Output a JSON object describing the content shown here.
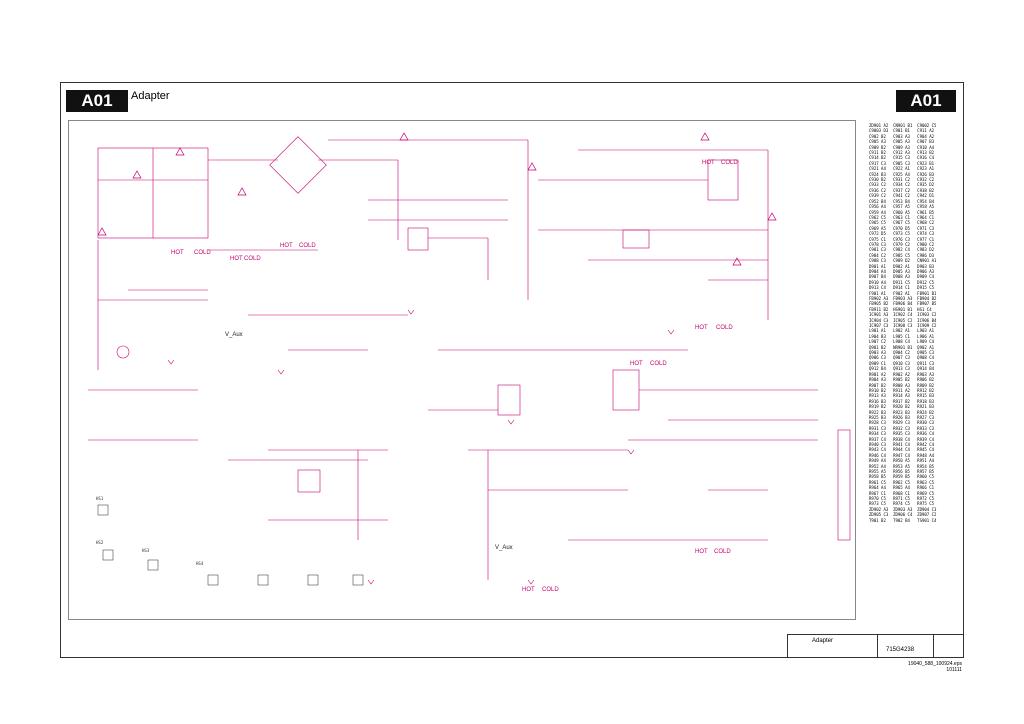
{
  "sheet": {
    "tag": "A01",
    "title": "Adapter",
    "code": "715G4238",
    "file_name": "19040_588_100924.eps",
    "file_date": "101111"
  },
  "marks": {
    "hot": "HOT",
    "cold": "COLD",
    "v_aux": "V_Aux"
  },
  "heatsink_labels": [
    "HS1",
    "HS2",
    "HS3",
    "HS4"
  ],
  "reference_list": [
    "ZD901 A2  CN901 B1  C9002 C5",
    "C9003 D3  C901 B1   C911 A2",
    "C902 B2   C903 A3   C904 A2",
    "C905 A3   C905 A3   C907 B3",
    "C909 B2   C909 A3   C910 A4",
    "C911 B2   C912 A3   C913 B2",
    "C914 B2   C915 C3   C916 C4",
    "C917 C3   C905 C3   C923 B1",
    "C921 A4   C922 A1   C923 A1",
    "C924 B3   C925 A4   C926 B3",
    "C930 B2   C931 C2   C932 C2",
    "C933 C2   C934 C2   C935 D2",
    "C936 C2   C937 C2   C938 B2",
    "C939 C2   C941 C2   C942 D1",
    "C952 B4   C953 B4   C954 B4",
    "C956 A4   C957 A5   C958 A5",
    "C959 A4   C960 A5   C961 B5",
    "C962 C5   C963 C1   C964 C1",
    "C965 C5   C967 C5   C968 C2",
    "C969 A5   C970 D5   C971 C3",
    "C972 D5   C973 C5   C974 C3",
    "C975 C1   C976 C3   C977 C1",
    "C978 C3   C979 C2   C980 C2",
    "C981 C3   C982 C4   C983 D2",
    "C984 C2   C985 C5   C986 D3",
    "C988 C3   C989 D2   CN901 A1",
    "D901 A1   D902 A1   D903 B3",
    "D904 A4   D905 A3   D906 A3",
    "D907 B4   D908 A3   D909 C4",
    "D910 A4   D911 C5   D912 C5",
    "D913 C4   D914 C1   D915 C5",
    "F901 A1   F902 A1   FB901 B1",
    "FB902 A3  FB903 A3  FB904 B2",
    "FB905 B2  FB906 B4  FB907 B5",
    "FB911 B2  HS901 B1  HS1 C4",
    "IC901 A3  IC902 C4  IC903 C2",
    "IC904 C3  IC905 C2  IC906 B4",
    "IC907 C3  IC908 C3  IC909 C2",
    "L901 A1   L902 A1   L903 A1",
    "L904 B3   L905 C1   L906 A1",
    "L907 C2   L908 C4   L909 C4",
    "Q901 B2   NR901 B1  Q902 A1",
    "Q903 A3   Q904 C2   Q905 C3",
    "Q906 C3   Q907 C3   Q908 C4",
    "Q909 C1   Q910 C3   Q911 C3",
    "Q912 B4   Q913 C3   Q914 B4",
    "R901 A2   R902 A2   R903 A3",
    "R904 A3   R905 B2   R906 B2",
    "R907 B2   R908 A3   R909 B2",
    "R910 B2   R911 A2   R912 B2",
    "R913 A3   R914 A3   R915 B3",
    "R916 B3   R917 B2   R918 B3",
    "R919 B2   R920 B2   R921 B3",
    "R922 B3   R923 B3   R924 B2",
    "R925 B3   R926 B3   R927 C3",
    "R928 C3   R929 C3   R930 C3",
    "R931 C3   R932 C3   R933 C3",
    "R934 C3   R935 C3   R936 C4",
    "R937 C4   R938 C4   R939 C4",
    "R940 C3   R941 C4   R942 C4",
    "R943 C4   R944 C4   R945 C4",
    "R946 C4   R947 C4   R948 A4",
    "R949 A4   R950 A5   R951 A4",
    "R952 A4   R953 A5   R954 B5",
    "R955 A5   R956 B5   R957 B5",
    "R958 B5   R959 B5   R960 C5",
    "R961 C5   R962 C5   R963 C5",
    "R964 A4   R965 A4   R966 C1",
    "R967 C1   R968 C1   R969 C5",
    "R970 C5   R971 C5   R972 C5",
    "R973 C5   R974 C5   R975 C5",
    "ZD902 A3  ZD903 A3  ZD904 C3",
    "ZD905 C3  ZD906 C4  ZD907 C2",
    "T901 B2   T902 B4   TS901 C4"
  ]
}
